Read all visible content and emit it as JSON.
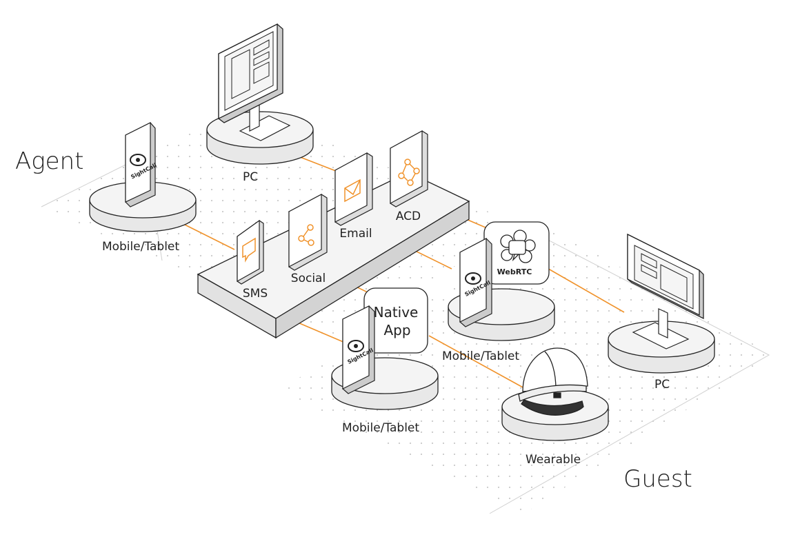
{
  "zones": {
    "agent": "Agent",
    "guest": "Guest"
  },
  "devices": {
    "agent_mobile": "Mobile/Tablet",
    "agent_pc": "PC",
    "guest_mobile_app": "Mobile/Tablet",
    "guest_mobile_webrtc": "Mobile/Tablet",
    "guest_pc": "PC",
    "wearable": "Wearable"
  },
  "channels": {
    "sms": "SMS",
    "social": "Social",
    "email": "Email",
    "acd": "ACD"
  },
  "badges": {
    "native_app_line1": "Native",
    "native_app_line2": "App",
    "webrtc": "WebRTC"
  },
  "brand_text": "SightCall",
  "colors": {
    "accent": "#f0922a",
    "outline": "#222222",
    "platform_fill": "#ececec",
    "dots": "#c9c9c9"
  }
}
